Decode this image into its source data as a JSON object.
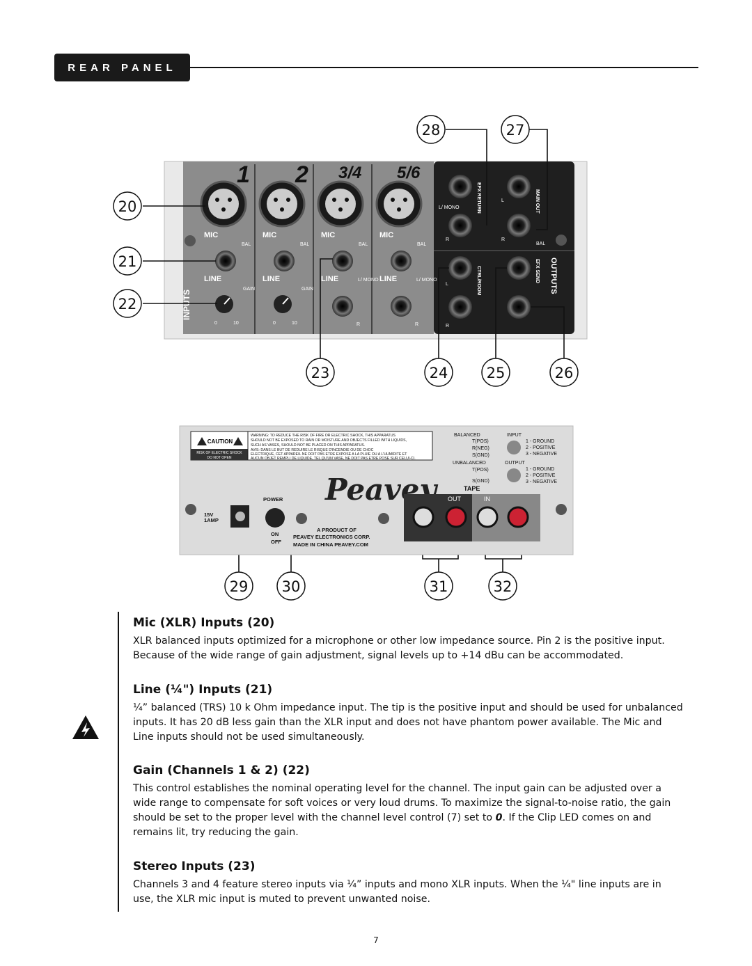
{
  "header": {
    "title": "REAR PANEL"
  },
  "callouts": [
    "28",
    "27",
    "20",
    "21",
    "22",
    "23",
    "24",
    "25",
    "26",
    "29",
    "30",
    "31",
    "32"
  ],
  "panel_top": {
    "channels": [
      "1",
      "2",
      "3/4",
      "5/6"
    ],
    "mic": "MIC",
    "bal": "BAL",
    "line": "LINE",
    "inputs": "INPUTS",
    "gain": "GAIN",
    "l_mono": "L/\nMONO",
    "l": "L",
    "r": "R",
    "efx_return": "EFX RETURN",
    "main_out": "MAIN OUT",
    "efx_send": "EFX SEND",
    "ctrl_room": "CTRL/ROOM",
    "outputs": "OUTPUTS",
    "knob_scale": [
      "0",
      "10"
    ]
  },
  "panel_bottom": {
    "caution": "CAUTION",
    "risk": "RISK OF ELECTRIC SHOCK",
    "do_not_open": "DO NOT OPEN",
    "warning_lines": [
      "WARNING: TO REDUCE THE RISK OF FIRE OR ELECTRIC SHOCK, THIS APPARATUS",
      "SHOULD NOT BE EXPOSED TO RAIN OR MOISTURE AND OBJECTS FILLED WITH LIQUIDS,",
      "SUCH AS VASES, SHOULD NOT BE PLACED ON THIS APPARATUS.",
      "AVIS: DANS LE BUT DE REDUIRE LE RISQUE D'INCENDIE OU DE CHOC",
      "ELECTRIQUE, CET APPAREIL NE DOIT PAS ETRE EXPOSE A LA PLUIE OU A L'HUMIDITE ET",
      "AUCUN OBJET REMPLI DE LIQUIDE, TEL QU'UN VASE, NE DOIT PAS ETRE POSE SUR CELUI-CI."
    ],
    "balanced": "BALANCED",
    "unbalanced": "UNBALANCED",
    "input": "INPUT",
    "output": "OUTPUT",
    "t_pos": "T(POS)",
    "r_neg": "R(NEG)",
    "s_gnd": "S(GND)",
    "pins": [
      "1 - GROUND",
      "2 - POSITIVE",
      "3 - NEGATIVE"
    ],
    "tape": "TAPE",
    "out": "OUT",
    "in": "IN",
    "power": "POWER",
    "voltage": "15V",
    "amp": "1AMP",
    "on": "ON",
    "off": "OFF",
    "brand": "Peavey",
    "product_lines": [
      "A PRODUCT OF",
      "PEAVEY ELECTRONICS CORP.",
      "MADE IN CHINA  PEAVEY.COM"
    ]
  },
  "sections": [
    {
      "title": "Mic (XLR) Inputs (20)",
      "body": "XLR balanced inputs optimized for a microphone or other low impedance source. Pin 2 is the positive input. Because of the wide range of gain adjustment, signal levels up to +14 dBu can be accommodated."
    },
    {
      "title": "Line (¼\") Inputs (21)",
      "body": "¼” balanced (TRS) 10 k Ohm impedance input. The tip is the positive input and should be used for unbalanced inputs. It has 20 dB less gain than the XLR input and does not have phantom power available. The Mic and Line inputs should not be used simultaneously."
    },
    {
      "title": "Gain (Channels 1 & 2) (22)",
      "body_pre": "This control establishes the nominal operating level for the channel. The input gain can be adjusted over a wide range to compensate for soft voices or very loud drums. To maximize the signal-to-noise ratio, the gain should be set to the proper level with the channel level control (7) set to ",
      "body_bold": "0",
      "body_post": ". If the Clip LED comes on and remains lit, try reducing the gain."
    },
    {
      "title": "Stereo Inputs (23)",
      "body": "Channels 3 and 4 feature stereo inputs via ¼” inputs and mono XLR inputs. When the ¼\" line inputs are in use, the XLR mic input is muted to prevent unwanted noise."
    }
  ],
  "page_number": "7"
}
